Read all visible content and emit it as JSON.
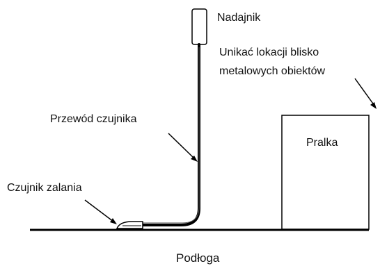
{
  "labels": {
    "transmitter": "Nadajnik",
    "avoid_line1": "Unikać lokacji blisko",
    "avoid_line2": "metalowych obiektów",
    "sensor_wire": "Przewód czujnika",
    "flood_sensor": "Czujnik zalania",
    "washing_machine": "Pralka",
    "floor": "Podłoga"
  },
  "colors": {
    "stroke": "#000000",
    "text": "#111111"
  }
}
